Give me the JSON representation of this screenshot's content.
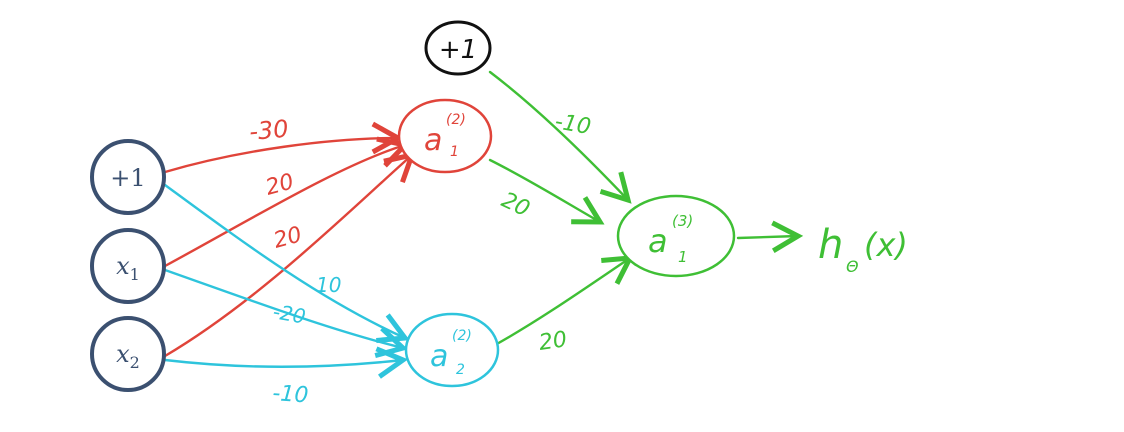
{
  "colors": {
    "input": "#3b5070",
    "red": "#e0443a",
    "cyan": "#2ec4dc",
    "green": "#3fbf35",
    "black": "#111111"
  },
  "nodes": {
    "input_bias": "+1",
    "x1": {
      "base": "x",
      "sub": "1"
    },
    "x2": {
      "base": "x",
      "sub": "2"
    },
    "hidden_bias": "+1",
    "a21": {
      "base": "a",
      "sup": "(2)",
      "sub": "1"
    },
    "a22": {
      "base": "a",
      "sup": "(2)",
      "sub": "2"
    },
    "a31": {
      "base": "a",
      "sup": "(3)",
      "sub": "1"
    }
  },
  "weights": {
    "bias_to_a21": "-30",
    "x1_to_a21": "20",
    "x2_to_a21": "20",
    "bias_to_a22": "10",
    "x1_to_a22": "-20",
    "x2_to_a22": "-10",
    "bias2_to_a31": "-10",
    "a21_to_a31": "20",
    "a22_to_a31": "20"
  },
  "output": {
    "base": "h",
    "sub": "Θ",
    "arg": "(x)"
  }
}
